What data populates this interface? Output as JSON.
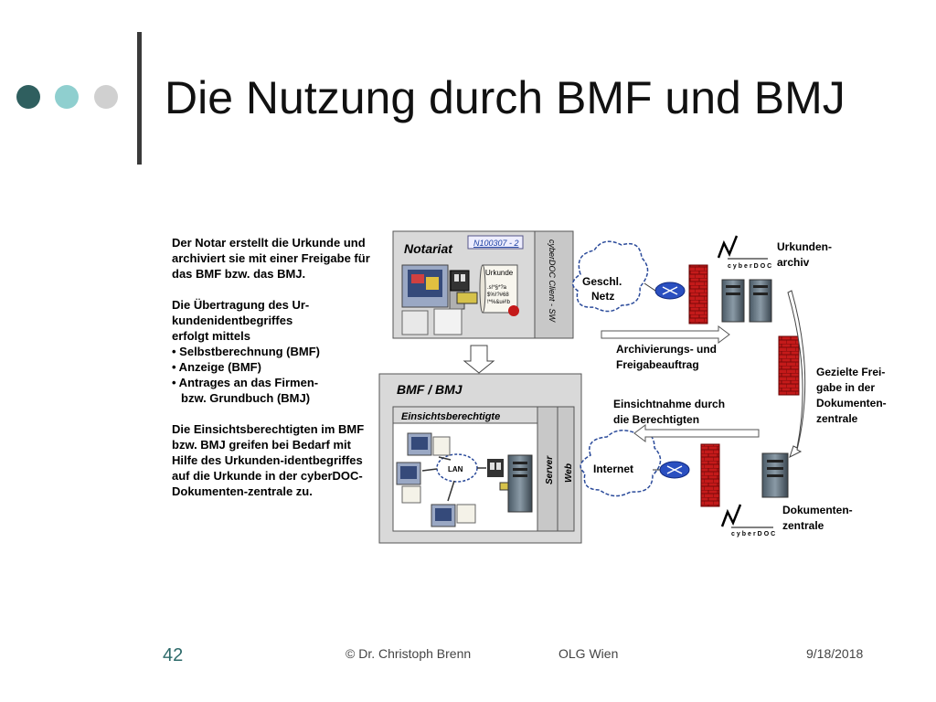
{
  "slide": {
    "title": "Die Nutzung durch BMF und BMJ",
    "decor_dot_colors": [
      "#2f5f5f",
      "#8fcfcf",
      "#d0d0d0"
    ]
  },
  "description": {
    "p1": "Der Notar erstellt die Urkunde und archiviert sie mit einer Freigabe für das BMF bzw. das BMJ.",
    "p2_intro": [
      "Die Übertragung des Ur-",
      "kundenidentbegriffes",
      "erfolgt mittels"
    ],
    "p2_bullets": [
      "• Selbstberechnung (BMF)",
      "• Anzeige (BMF)",
      "• Antrages an das Firmen-"
    ],
    "p2_bullet_cont": "bzw. Grundbuch (BMJ)",
    "p3": "Die Einsichtsberechtigten im BMF bzw. BMJ greifen bei Bedarf mit Hilfe des Urkunden-identbegriffes auf die Urkunde in der cyberDOC-Dokumenten-zentrale zu."
  },
  "diagram": {
    "notariat": {
      "label": "Notariat",
      "doc_number": "N100307 - 2",
      "doc_label": "Urkunde",
      "doc_code": ".s!*§*?a\n$%!?#68\n!*%&u#!b",
      "client_label": "cyberDOC Client - SW"
    },
    "bmf": {
      "label": "BMF / BMJ",
      "einsicht_label": "Einsichtsberechtigte",
      "lan_label": "LAN",
      "server_label": "Server",
      "web_label": "Web"
    },
    "clouds": {
      "geschl_line1": "Geschl.",
      "geschl_line2": "Netz",
      "internet": "Internet"
    },
    "arrows": {
      "archiv_line1": "Archivierungs- und",
      "archiv_line2": "Freigabeauftrag",
      "einsicht_line1": "Einsichtnahme durch",
      "einsicht_line2": "die Berechtigten"
    },
    "right": {
      "urkunden_line1": "Urkunden-",
      "urkunden_line2": "archiv",
      "gezielte_line1": "Gezielte Frei-",
      "gezielte_line2": "gabe in der",
      "gezielte_line3": "Dokumenten-",
      "gezielte_line4": "zentrale",
      "dok_line1": "Dokumenten-",
      "dok_line2": "zentrale",
      "logo_text": "cyberDOC"
    }
  },
  "footer": {
    "page": "42",
    "author": "© Dr. Christoph Brenn",
    "org": "OLG Wien",
    "date": "9/18/2018"
  }
}
